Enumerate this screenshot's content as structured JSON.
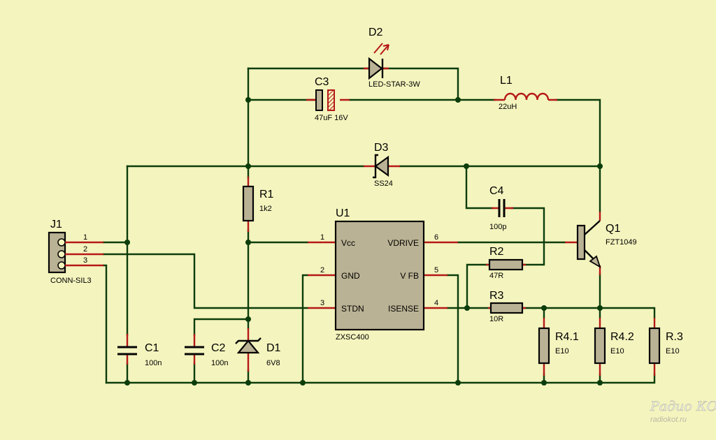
{
  "components": {
    "D2": {
      "ref": "D2",
      "value": "LED-STAR-3W"
    },
    "C3": {
      "ref": "C3",
      "value": "47uF 16V"
    },
    "L1": {
      "ref": "L1",
      "value": "22uH"
    },
    "D3": {
      "ref": "D3",
      "value": "SS24"
    },
    "C4": {
      "ref": "C4",
      "value": "100p"
    },
    "R1": {
      "ref": "R1",
      "value": "1k2"
    },
    "U1": {
      "ref": "U1",
      "value": "ZXSC400",
      "pins": {
        "vcc": {
          "num": "1",
          "name": "Vcc"
        },
        "gnd": {
          "num": "2",
          "name": "GND"
        },
        "stdn": {
          "num": "3",
          "name": "STDN"
        },
        "vdrive": {
          "num": "6",
          "name": "VDRIVE"
        },
        "vfb": {
          "num": "5",
          "name": "V FB"
        },
        "isense": {
          "num": "4",
          "name": "ISENSE"
        }
      }
    },
    "Q1": {
      "ref": "Q1",
      "value": "FZT1049"
    },
    "R2": {
      "ref": "R2",
      "value": "47R"
    },
    "R3": {
      "ref": "R3",
      "value": "10R"
    },
    "J1": {
      "ref": "J1",
      "value": "CONN-SIL3",
      "pins": [
        "1",
        "2",
        "3"
      ]
    },
    "C1": {
      "ref": "C1",
      "value": "100n"
    },
    "C2": {
      "ref": "C2",
      "value": "100n"
    },
    "D1": {
      "ref": "D1",
      "value": "6V8"
    },
    "R41": {
      "ref": "R4.1",
      "value": "E10"
    },
    "R42": {
      "ref": "R4.2",
      "value": "E10"
    },
    "R5": {
      "ref": "R.3",
      "value": "E10"
    }
  },
  "watermark": {
    "logo": "Радио КОТ",
    "site": "radiokot.ru"
  },
  "colors": {
    "background": "#f4f4be",
    "wire": "#0b3d0b",
    "pin": "#b51818",
    "body": "#bab294",
    "outline": "#050505"
  }
}
